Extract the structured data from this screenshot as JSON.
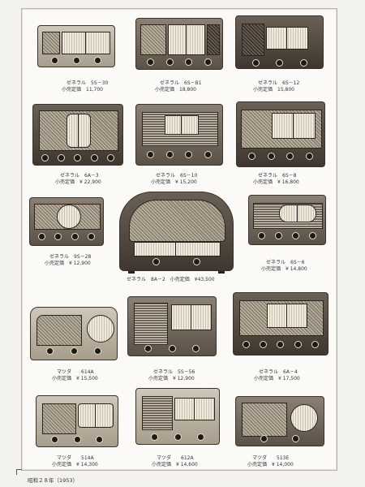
{
  "footer": "昭和２８年（1953）",
  "items": [
    {
      "model": "ゼネラル　5S－30",
      "price": "小売定価　11,700"
    },
    {
      "model": "ゼネラル　6S－B1",
      "price": "小売定価　18,800"
    },
    {
      "model": "ゼネラル　6S－12",
      "price": "小売定価　15,800"
    },
    {
      "model": "ゼネラル　6A－3",
      "price": "小売定価　¥ 22,900"
    },
    {
      "model": "ゼネラル　6S－10",
      "price": "小売定価　¥ 15,200"
    },
    {
      "model": "ゼネラル　6S－8",
      "price": "小売定価　¥ 16,800"
    },
    {
      "model": "ゼネラル　9S－28",
      "price": "小売定価　¥ 12,900"
    },
    {
      "model": "ゼネラル　8A－2",
      "price": "小売定価　¥43,500"
    },
    {
      "model": "ゼネラル　6S－6",
      "price": "小売定価　¥ 14,800"
    },
    {
      "model": "マツダ　　614A",
      "price": "小売定価　¥ 15,500"
    },
    {
      "model": "ゼネラル　5S－56",
      "price": "小売定価　¥ 12,900"
    },
    {
      "model": "ゼネラル　6A－4",
      "price": "小売定価　¥ 17,500"
    },
    {
      "model": "マツダ　　514A",
      "price": "小売定価　¥ 14,300"
    },
    {
      "model": "マツダ　　612A",
      "price": "小売定価　¥ 14,600"
    },
    {
      "model": "マツダ　　513E",
      "price": "小売定価　¥ 14,000"
    }
  ]
}
